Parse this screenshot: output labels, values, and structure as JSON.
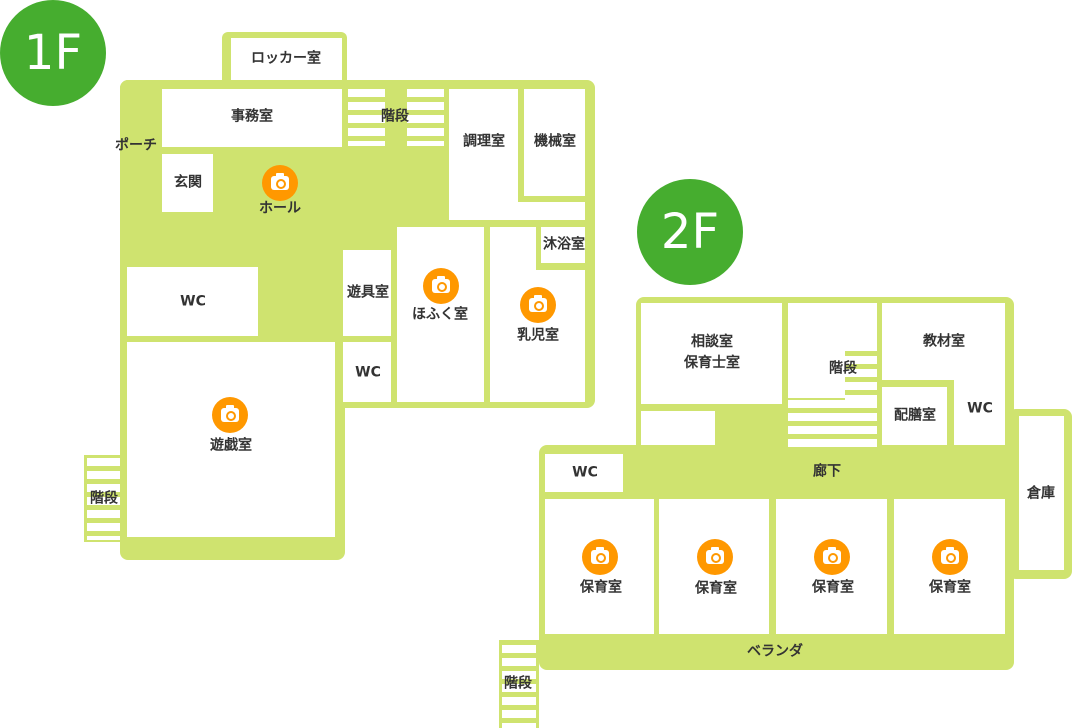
{
  "floors": {
    "f1": {
      "badge": "1F",
      "rooms": {
        "locker": "ロッカー室",
        "office": "事務室",
        "stairs_top": "階段",
        "kitchen": "調理室",
        "machine": "機械室",
        "porch": "ポーチ",
        "entrance": "玄関",
        "hall": "ホール",
        "bath": "沐浴室",
        "wc_left": "WC",
        "toy": "遊具室",
        "crawl": "ほふく室",
        "infant": "乳児室",
        "wc_mid": "WC",
        "play": "遊戯室",
        "stairs_left": "階段"
      }
    },
    "f2": {
      "badge": "2F",
      "rooms": {
        "consult": "相談室\n保育士室",
        "stairs_mid": "階段",
        "materials": "教材室",
        "serving": "配膳室",
        "wc_right": "WC",
        "wc_left": "WC",
        "corridor": "廊下",
        "storage": "倉庫",
        "nursery1": "保育室",
        "nursery2": "保育室",
        "nursery3": "保育室",
        "nursery4": "保育室",
        "veranda": "ベランダ",
        "stairs_bottom": "階段"
      }
    }
  },
  "colors": {
    "wall": "#cfe36f",
    "badge": "#46ad2f",
    "camera": "#ff9800"
  },
  "icons": {
    "photo": "camera-icon"
  }
}
